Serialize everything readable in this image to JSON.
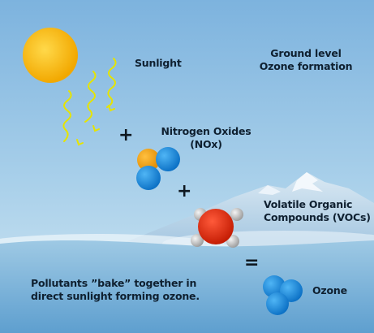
{
  "labels": {
    "sunlight": "Sunlight",
    "title_line1": "Ground level",
    "title_line2": "Ozone formation",
    "nox_line1": "Nitrogen Oxides",
    "nox_line2": "(NOx)",
    "voc_line1": "Volatile Organic",
    "voc_line2": "Compounds (VOCs)",
    "ozone": "Ozone",
    "caption_line1": "Pollutants ”bake” together in",
    "caption_line2": "direct sunlight forming ozone."
  },
  "operators": {
    "plus_1": "+",
    "plus_2": "+",
    "equals": "="
  },
  "colors": {
    "sky_top": "#7fb6e0",
    "sky_bottom": "#cfe6f2",
    "sun": "#f5b800",
    "sunlight_rays": "#e8e000",
    "oxygen_atom": "#1d8ee0",
    "nitrogen_atom": "#f2a010",
    "carbon_atom": "#e02a10",
    "hydrogen_atom": "#c8c8c8"
  }
}
